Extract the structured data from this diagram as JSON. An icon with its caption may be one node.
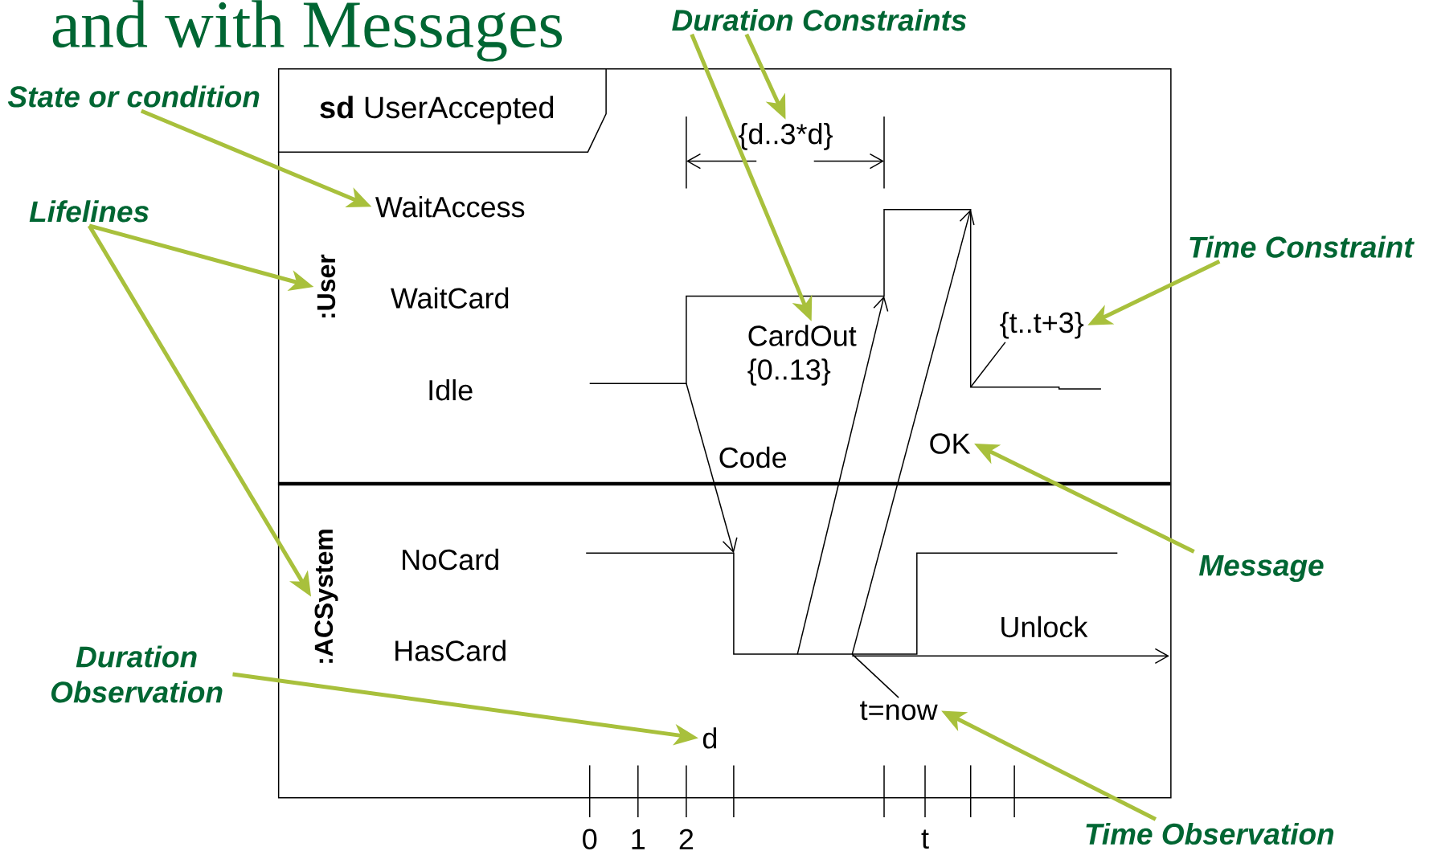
{
  "diagram": {
    "title": "and with Messages",
    "nodes": [
      {
        "text": [
          "**sd** UserAccepted"
        ]
      },
      {
        "text": [
          ":User"
        ],
        "in": 0
      },
      {
        "text": [
          ":ACSystem"
        ],
        "in": 0
      },
      {
        "text": [
          "WaitAccess"
        ],
        "in": 0
      },
      {
        "text": [
          "{d..3*d}"
        ],
        "in": 0
      },
      {
        "text": [
          "CardOut {0..13}"
        ],
        "in": 0
      },
      {
        "text": [
          "{t..t+3}"
        ],
        "in": 0
      },
      {
        "text": [
          "OK"
        ],
        "in": 0
      },
      {
        "text": [
          "d"
        ],
        "in": 0
      },
      {
        "text": [
          "t=now"
        ],
        "in": 0
      },
      {
        "text": [
          "State or condition"
        ]
      },
      {
        "text": [
          "Lifelines"
        ]
      },
      {
        "text": [
          "Duration Constraints"
        ]
      },
      {
        "text": [
          "Time Constraint"
        ]
      },
      {
        "text": [
          "Message"
        ]
      },
      {
        "text": [
          "Duration Observation"
        ]
      },
      {
        "text": [
          "Time Observation"
        ]
      }
    ],
    "edges": [
      {
        "from": 10,
        "to": 3,
        "arrow": "to"
      },
      {
        "from": 11,
        "to": 1,
        "arrow": "to"
      },
      {
        "from": 11,
        "to": 2,
        "arrow": "to"
      },
      {
        "from": 12,
        "to": 4,
        "arrow": "to"
      },
      {
        "from": 12,
        "to": 5,
        "arrow": "to"
      },
      {
        "from": 13,
        "to": 6,
        "arrow": "to"
      },
      {
        "from": 14,
        "to": 7,
        "arrow": "to"
      },
      {
        "from": 15,
        "to": 8,
        "arrow": "to"
      },
      {
        "from": 16,
        "to": 9,
        "arrow": "to"
      },
      {
        "from": 6,
        "to": null,
        "arrow": "none",
        "color": "#000000"
      },
      {
        "from": 9,
        "to": null,
        "arrow": "none",
        "color": "#000000"
      }
    ],
    "labels": [
      "WaitCard",
      "Idle",
      "Code",
      "NoCard",
      "HasCard",
      "Unlock",
      "0",
      "1",
      "2",
      "t"
    ]
  }
}
